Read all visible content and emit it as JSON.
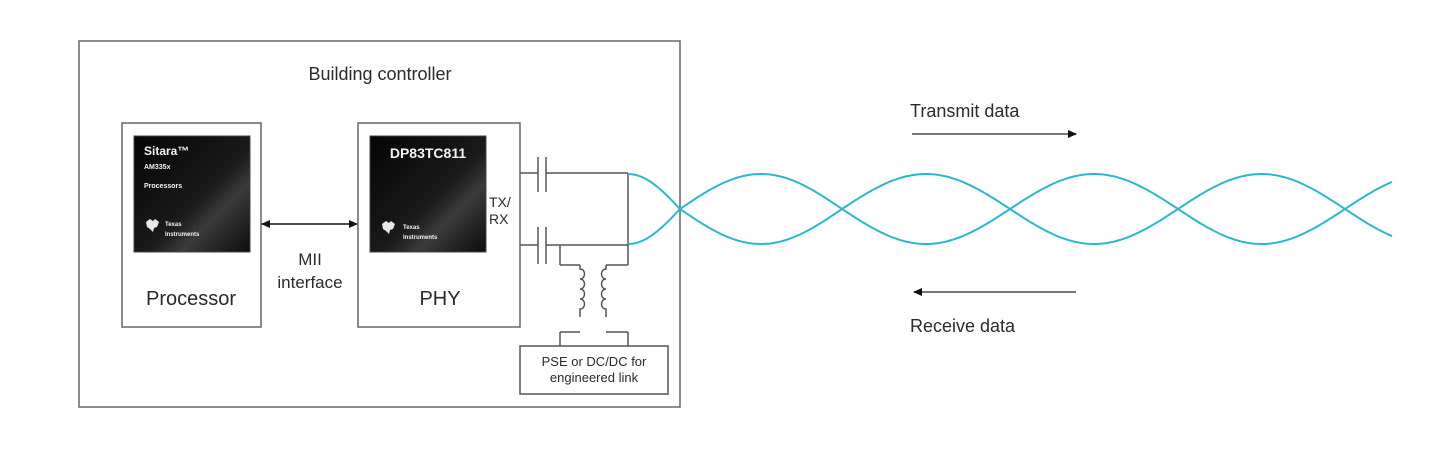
{
  "diagram": {
    "controller": {
      "title": "Building controller"
    },
    "processor": {
      "label": "Processor",
      "chip": {
        "brand": "Sitara™",
        "line1": "AM335x",
        "line2": "Processors",
        "logo_line1": "Texas",
        "logo_line2": "Instruments"
      }
    },
    "phy": {
      "label": "PHY",
      "chip": {
        "part": "DP83TC811",
        "logo_line1": "Texas",
        "logo_line2": "Instruments"
      },
      "port_label_1": "TX/",
      "port_label_2": "RX"
    },
    "interface": {
      "line1": "MII",
      "line2": "interface"
    },
    "power": {
      "line1": "PSE or DC/DC for",
      "line2": "engineered link"
    },
    "transmit": {
      "label": "Transmit data",
      "direction": "right"
    },
    "receive": {
      "label": "Receive data",
      "direction": "left"
    },
    "colors": {
      "cable": "#2bb8cc",
      "line": "#555555",
      "chip": "#111111"
    }
  }
}
